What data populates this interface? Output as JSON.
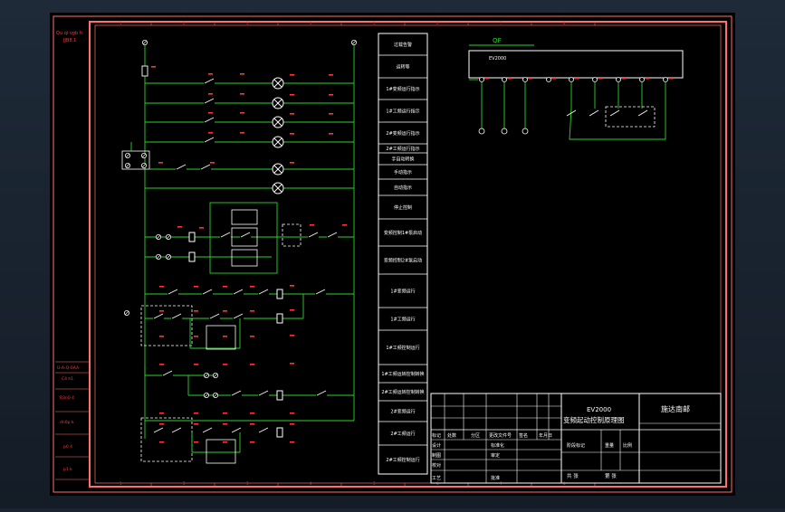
{
  "colors": {
    "background": "#000000",
    "border": "#ff6f6f",
    "wire": "#2bd42b",
    "label": "#ff3535",
    "component": "#ffffff",
    "dashed": "#ffffff"
  },
  "left_strip": {
    "top_line1": "Qu qi vgb h",
    "top_line2": "JJB8.1",
    "rows": [
      "U-A-Q-0AA",
      "C4 h1",
      "R3n0 4",
      "dn0p k",
      "p0 4",
      "p1 k"
    ]
  },
  "function_column": [
    "过载告警",
    "运转等",
    "1#变频运行指示",
    "1#工频运行指示",
    "2#变频运行指示",
    "2#工频运行指示",
    "手自动转换",
    "手动指示",
    "自动指示",
    "停止控制",
    "变频控制1#泵启动",
    "变频控制2#泵启动",
    "1#变频运行",
    "1#工频运行",
    "1#工频控制运行",
    "1#工频运转控制转换",
    "2#工频运转控制转换",
    "2#变频运行",
    "2#工频运行",
    "2#工频控制运行"
  ],
  "vfd": {
    "label_top": "QF",
    "label_inner": "EV2000"
  },
  "title_block": {
    "model": "EV2000",
    "drawing_title": "变频起动控制原理图",
    "right_cell": "施达南邮",
    "rows": [
      [
        "标记",
        "处数",
        "分区",
        "更改文件号",
        "签名",
        "年月日"
      ],
      [
        "设计",
        "",
        "标准化",
        "",
        "",
        ""
      ],
      [
        "制图",
        "",
        "审定",
        "",
        "",
        ""
      ],
      [
        "校对",
        "",
        "",
        "",
        "",
        ""
      ],
      [
        "工艺",
        "",
        "批准",
        "",
        "",
        ""
      ]
    ],
    "stage_label": "阶段标记",
    "weight_label": "重量",
    "scale_label": "比例",
    "sheets_label": "共 张",
    "sheet_label": "第 张"
  },
  "grid_numbers": [
    "1",
    "2",
    "3",
    "4",
    "5",
    "6",
    "7",
    "8"
  ]
}
